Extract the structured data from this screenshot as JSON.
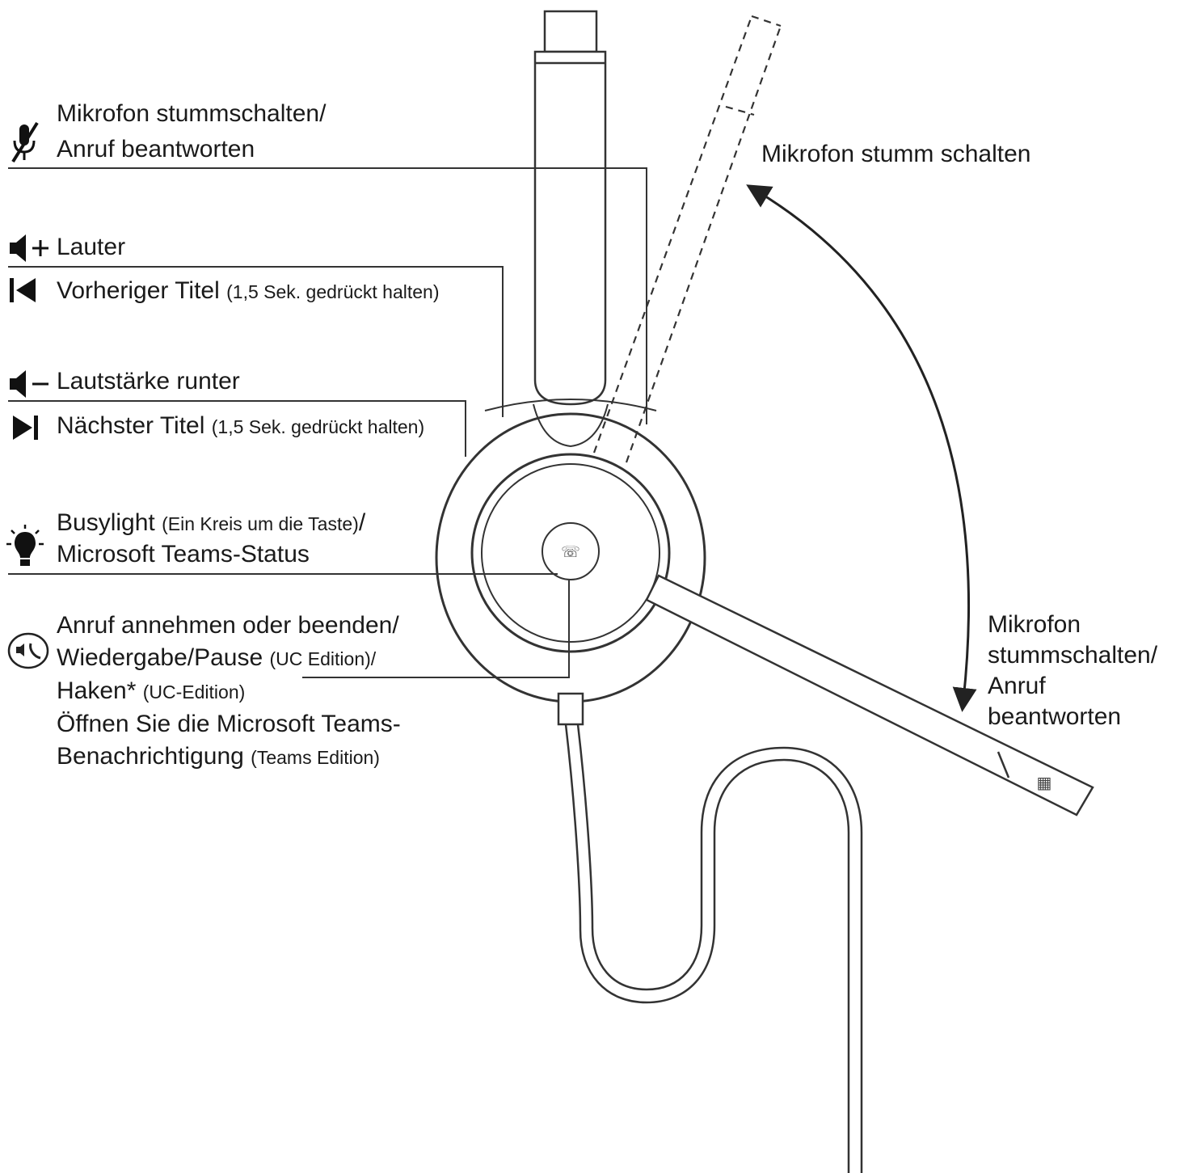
{
  "colors": {
    "line": "#222222",
    "text": "#1a1a1a",
    "background": "#ffffff"
  },
  "labels": {
    "mute_answer": {
      "line1": "Mikrofon stummschalten/",
      "line2": "Anruf beantworten",
      "icon": "mic-muted-icon"
    },
    "volume_up": {
      "text": "Lauter",
      "icon": "volume-up-icon"
    },
    "previous_track": {
      "text": "Vorheriger Titel",
      "note": "(1,5 Sek. gedrückt halten)",
      "icon": "previous-track-icon"
    },
    "volume_down": {
      "text": "Lautstärke runter",
      "icon": "volume-down-icon"
    },
    "next_track": {
      "text": "Nächster Titel",
      "note": "(1,5 Sek. gedrückt halten)",
      "icon": "next-track-icon"
    },
    "busylight": {
      "line1": "Busylight",
      "note": "(Ein Kreis um die Taste)",
      "slash": "/",
      "line2": "Microsoft Teams-Status",
      "icon": "busylight-icon"
    },
    "call_control": {
      "line1": "Anruf annehmen oder beenden/",
      "line2": "Wiedergabe/Pause",
      "line2_note": "(UC Edition)/",
      "line3": "Haken*",
      "line3_note": "(UC-Edition)",
      "line4": "Öffnen Sie die Microsoft Teams-",
      "line5": "Benachrichtigung",
      "line5_note": "(Teams Edition)",
      "icon": "call-button-icon"
    },
    "boom_up": {
      "text": "Mikrofon stumm schalten"
    },
    "boom_down": {
      "line1": "Mikrofon",
      "line2": "stummschalten/",
      "line3": "Anruf",
      "line4": "beantworten"
    }
  }
}
